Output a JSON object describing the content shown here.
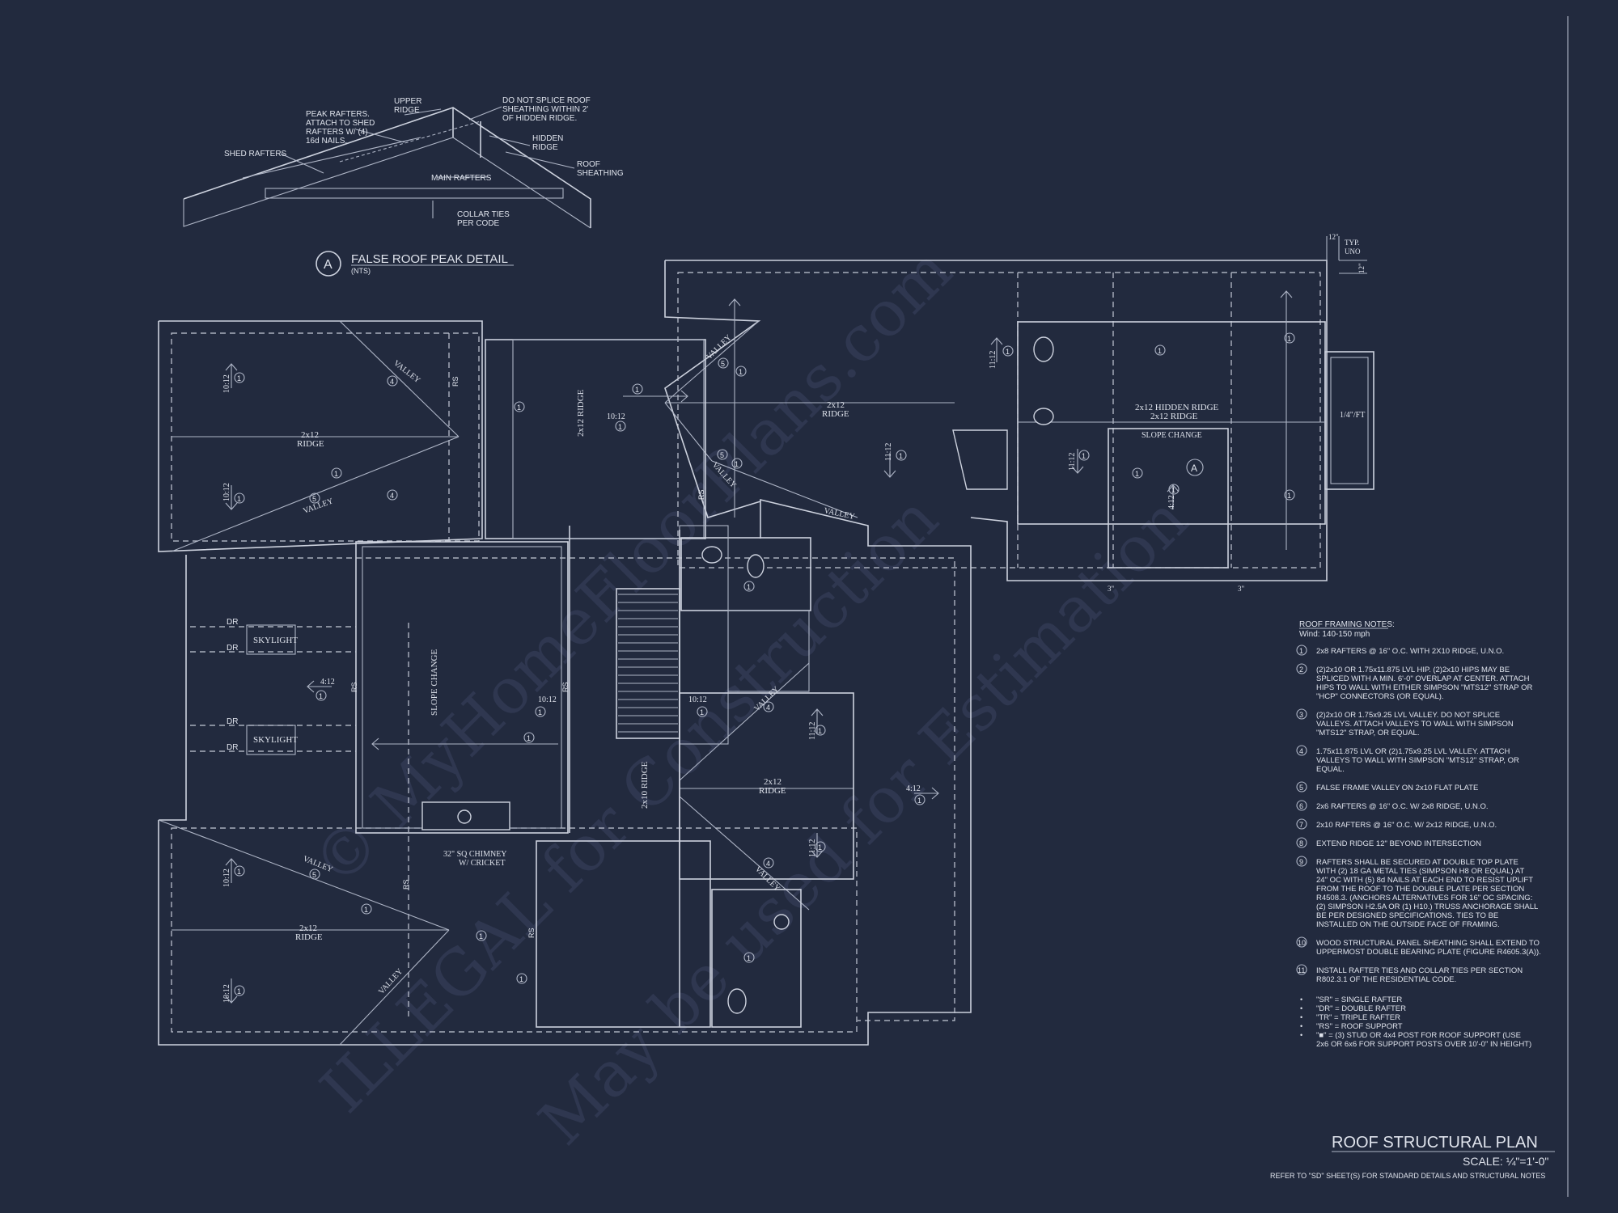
{
  "detail": {
    "marker": "A",
    "title": "FALSE ROOF PEAK DETAIL",
    "scale": "(NTS)",
    "labels": {
      "upper_ridge_1": "UPPER",
      "upper_ridge_2": "RIDGE",
      "peak_1": "PEAK RAFTERS.",
      "peak_2": "ATTACH TO SHED",
      "peak_3": "RAFTERS W/ (4)",
      "peak_4": "16d NAILS.",
      "shed": "SHED RAFTERS",
      "splice_1": "DO NOT SPLICE ROOF",
      "splice_2": "SHEATHING WITHIN 2'",
      "splice_3": "OF HIDDEN RIDGE.",
      "hidden_1": "HIDDEN",
      "hidden_2": "RIDGE",
      "sheathing_1": "ROOF",
      "sheathing_2": "SHEATHING",
      "main": "MAIN RAFTERS",
      "collar_1": "COLLAR TIES",
      "collar_2": "PER CODE"
    }
  },
  "plan": {
    "title": "ROOF STRUCTURAL PLAN",
    "scale": "SCALE: ¼\"=1'-0\"",
    "refer": "REFER TO \"SD\" SHEET(S) FOR STANDARD DETAILS AND STRUCTURAL NOTES",
    "typ_1": "12\"",
    "typ_2": "TYP.",
    "typ_3": "UNO",
    "dim_3a": "3\"",
    "dim_3b": "3\"",
    "dim_12": "12\"",
    "labels": {
      "ridge_2x12": "2x12",
      "ridge": "RIDGE",
      "valley": "VALLEY",
      "skylight": "SKYLIGHT",
      "dr": "DR",
      "rs": "RS",
      "slope_change": "SLOPE CHANGE",
      "chimney_1": "32\" SQ CHIMNEY",
      "chimney_2": "W/ CRICKET",
      "hidden_ridge": "2x12 HIDDEN RIDGE",
      "ridge_2x12_full": "2x12 RIDGE",
      "ridge_2x12_vert": "2x12 RIDGE",
      "ridge_2x10_vert": "2x10 RIDGE",
      "slope_1012": "10:12",
      "slope_412": "4:12",
      "slope_1112": "11:12",
      "slope_14ft": "1/4\"/FT",
      "tag_1": "1",
      "tag_4": "4",
      "tag_5": "5",
      "detail_ref": "A"
    }
  },
  "notes": {
    "heading": "ROOF FRAMING NOTES:",
    "wind": "Wind: 140-150 mph",
    "items": [
      {
        "n": "1",
        "lines": [
          "2x8 RAFTERS @ 16\" O.C. WITH 2X10 RIDGE, U.N.O."
        ]
      },
      {
        "n": "2",
        "lines": [
          "(2)2x10 OR 1.75x11.875 LVL HIP.  (2)2x10 HIPS MAY BE",
          "SPLICED WITH A MIN. 6'-0\" OVERLAP AT CENTER. ATTACH",
          "HIPS TO WALL WITH EITHER SIMPSON \"MTS12\" STRAP OR",
          "\"HCP\" CONNECTORS (OR EQUAL)."
        ]
      },
      {
        "n": "3",
        "lines": [
          "(2)2x10 OR 1.75x9.25 LVL VALLEY.  DO NOT SPLICE",
          "VALLEYS.  ATTACH VALLEYS TO WALL WITH  SIMPSON",
          "\"MTS12\" STRAP, OR EQUAL."
        ]
      },
      {
        "n": "4",
        "lines": [
          "1.75x11.875 LVL OR (2)1.75x9.25 LVL VALLEY.  ATTACH",
          "VALLEYS TO WALL WITH SIMPSON \"MTS12\" STRAP, OR",
          "EQUAL."
        ]
      },
      {
        "n": "5",
        "lines": [
          "FALSE FRAME VALLEY ON 2x10 FLAT PLATE"
        ]
      },
      {
        "n": "6",
        "lines": [
          "2x6 RAFTERS @ 16\" O.C. W/ 2x8 RIDGE, U.N.O."
        ]
      },
      {
        "n": "7",
        "lines": [
          "2x10 RAFTERS @ 16\" O.C. W/ 2x12 RIDGE, U.N.O."
        ]
      },
      {
        "n": "8",
        "lines": [
          "EXTEND RIDGE 12\" BEYOND INTERSECTION"
        ]
      },
      {
        "n": "9",
        "lines": [
          "RAFTERS SHALL BE SECURED AT DOUBLE TOP PLATE",
          "WITH (2) 18 GA METAL TIES (SIMPSON H8 OR EQUAL) AT",
          "24\" OC WITH (5) 8d NAILS AT EACH END TO RESIST UPLIFT",
          "FROM THE ROOF TO THE DOUBLE PLATE PER SECTION",
          "R4508.3. (ANCHORS ALTERNATIVES FOR 16\" OC SPACING:",
          "(2) SIMPSON H2.5A OR (1) H10.) TRUSS ANCHORAGE SHALL",
          "BE PER DESIGNED SPECIFICATIONS. TIES TO BE",
          "INSTALLED ON THE OUTSIDE FACE OF FRAMING."
        ]
      },
      {
        "n": "10",
        "lines": [
          "WOOD STRUCTURAL PANEL SHEATHING SHALL EXTEND TO",
          "UPPERMOST DOUBLE BEARING PLATE (FIGURE R4605.3(A))."
        ]
      },
      {
        "n": "11",
        "lines": [
          "INSTALL RAFTER TIES AND COLLAR TIES PER SECTION",
          "R802.3.1 OF THE  RESIDENTIAL CODE."
        ]
      }
    ],
    "legend": [
      "\"SR\"  = SINGLE RAFTER",
      "\"DR\" = DOUBLE RAFTER",
      "\"TR\" = TRIPLE RAFTER",
      "\"RS\" = ROOF SUPPORT",
      "\"■\" = (3) STUD OR 4x4 POST FOR ROOF SUPPORT (USE",
      "2x6 OR 6x6 FOR SUPPORT POSTS OVER 10'-0\" IN HEIGHT)"
    ]
  },
  "watermark": {
    "line1": "© MyHomeFloorPlans.com",
    "line2": "ILLEGAL for Construction",
    "line3": "May be used for Estimation"
  }
}
